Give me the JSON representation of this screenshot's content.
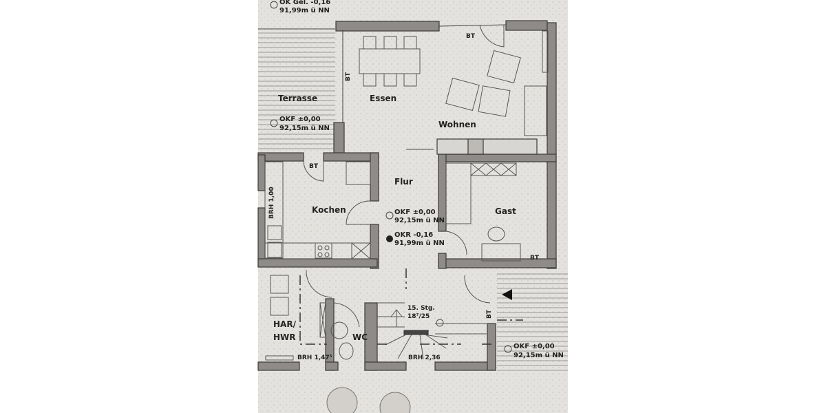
{
  "rooms": {
    "terrace": "Terrasse",
    "dining": "Essen",
    "living": "Wohnen",
    "hall": "Flur",
    "kitchen": "Kochen",
    "guest": "Gast",
    "utility_1": "HAR/",
    "utility_2": "HWR",
    "wc": "WC"
  },
  "levels": {
    "top_1": "OK Gel. -0,16",
    "top_2": "91,99m ü NN",
    "terrace_1": "OKF ±0,00",
    "terrace_2": "92,15m ü NN",
    "hall_okf_1": "OKF ±0,00",
    "hall_okf_2": "92,15m ü NN",
    "hall_okr_1": "OKR -0,16",
    "hall_okr_2": "91,99m ü NN",
    "entry_1": "OKF ±0,00",
    "entry_2": "92,15m ü NN"
  },
  "annotations": {
    "bt_living": "BT",
    "bt_dining": "BT",
    "bt_kitchen": "BT",
    "bt_guest": "BT",
    "bt_entry": "BT",
    "brh_kitchen": "BRH 1,00",
    "brh_utility": "BRH 1,47⁵",
    "brh_stairs": "BRH 2,36",
    "stairs_1": "15. Stg.",
    "stairs_2": "18⁷/25"
  },
  "colors": {
    "paper": "#e4e2de",
    "wall": "#8e8b88"
  }
}
